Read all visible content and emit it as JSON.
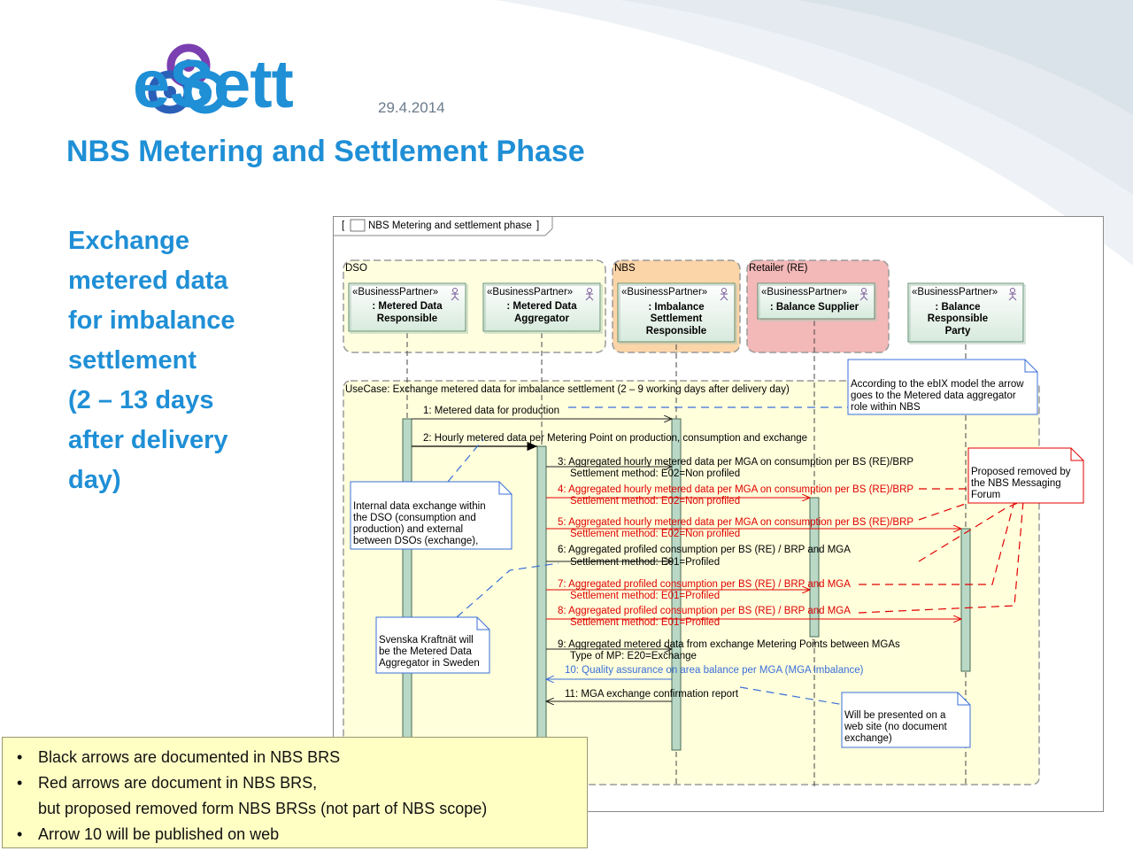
{
  "header": {
    "brand": "eSett",
    "date": "29.4.2014",
    "title": "NBS Metering and Settlement Phase"
  },
  "side_text": [
    "Exchange",
    "metered data",
    "for imbalance",
    "settlement",
    "(2 – 13 days",
    "after delivery",
    "day)"
  ],
  "diagram": {
    "frame_title": "NBS Metering and settlement phase",
    "frame_open": "[",
    "frame_close": "]",
    "lanes": {
      "dso": "DSO",
      "nbs": "NBS",
      "retailer": "Retailer (RE)"
    },
    "stereotype": "«BusinessPartner»",
    "participants": [
      {
        "l1": ": Metered  Data",
        "l2": "Responsible",
        "l3": ""
      },
      {
        "l1": ": Metered Data",
        "l2": "Aggregator",
        "l3": ""
      },
      {
        "l1": ": Imbalance",
        "l2": "Settlement",
        "l3": "Responsible"
      },
      {
        "l1": ": Balance Supplier",
        "l2": "",
        "l3": ""
      },
      {
        "l1": ": Balance",
        "l2": "Responsible",
        "l3": "Party"
      }
    ],
    "usecase": "UseCase: Exchange metered data for imbalance settlement (2 – 9 working days after delivery day)",
    "messages": [
      {
        "l1": "1: Metered data for production",
        "l2": ""
      },
      {
        "l1": "2: Hourly metered data per Metering Point on production, consumption and exchange",
        "l2": ""
      },
      {
        "l1": "3:  Aggregated hourly metered data per MGA on consumption per BS (RE)/BRP",
        "l2": "Settlement method: E02=Non profiled"
      },
      {
        "l1": "4:  Aggregated hourly metered data per MGA on consumption per BS (RE)/BRP",
        "l2": "Settlement method: E02=Non profiled"
      },
      {
        "l1": "5:  Aggregated hourly metered data per MGA on consumption per BS (RE)/BRP",
        "l2": "Settlement method: E02=Non profiled"
      },
      {
        "l1": "6:  Aggregated profiled consumption per BS (RE) / BRP  and MGA",
        "l2": "Settlement method: E01=Profiled"
      },
      {
        "l1": "7:  Aggregated profiled consumption per BS (RE) / BRP  and MGA",
        "l2": "Settlement method: E01=Profiled"
      },
      {
        "l1": "8:  Aggregated profiled consumption per BS (RE) / BRP  and MGA",
        "l2": "Settlement method: E01=Profiled"
      },
      {
        "l1": "9:  Aggregated metered data from exchange Metering Points between MGAs",
        "l2": "Type of MP: E20=Exchange"
      },
      {
        "l1": "10:  Quality assurance on area balance per MGA (MGA imbalance)",
        "l2": ""
      },
      {
        "l1": "11:  MGA exchange confirmation report",
        "l2": ""
      }
    ],
    "notes": {
      "ebix": [
        "According to the ebIX model the arrow",
        "goes to the Metered data aggregator",
        "role within NBS"
      ],
      "proposed": [
        "Proposed removed by",
        "the NBS Messaging",
        "Forum"
      ],
      "internal": [
        "Internal data exchange within",
        "the DSO (consumption and",
        "production) and external",
        "between DSOs (exchange),"
      ],
      "svk": [
        "Svenska Kraftnät will",
        "be the Metered Data",
        "Aggregator in Sweden"
      ],
      "web": [
        "Will be presented on a",
        "web site (no document",
        "exchange)"
      ]
    }
  },
  "legend": [
    {
      "l1": "Black arrows are documented in NBS BRS",
      "l2": ""
    },
    {
      "l1": "Red arrows are document in NBS BRS,",
      "l2": "but proposed removed form NBS BRSs (not part of NBS scope)"
    },
    {
      "l1": "Arrow 10 will be published on web",
      "l2": ""
    }
  ],
  "legend_bullet": "•",
  "colors": {
    "accent": "#1f8fd6",
    "red_arrow": "#e00000",
    "blue_arrow": "#3a6fd8",
    "note_yellow": "#ffffc4"
  }
}
